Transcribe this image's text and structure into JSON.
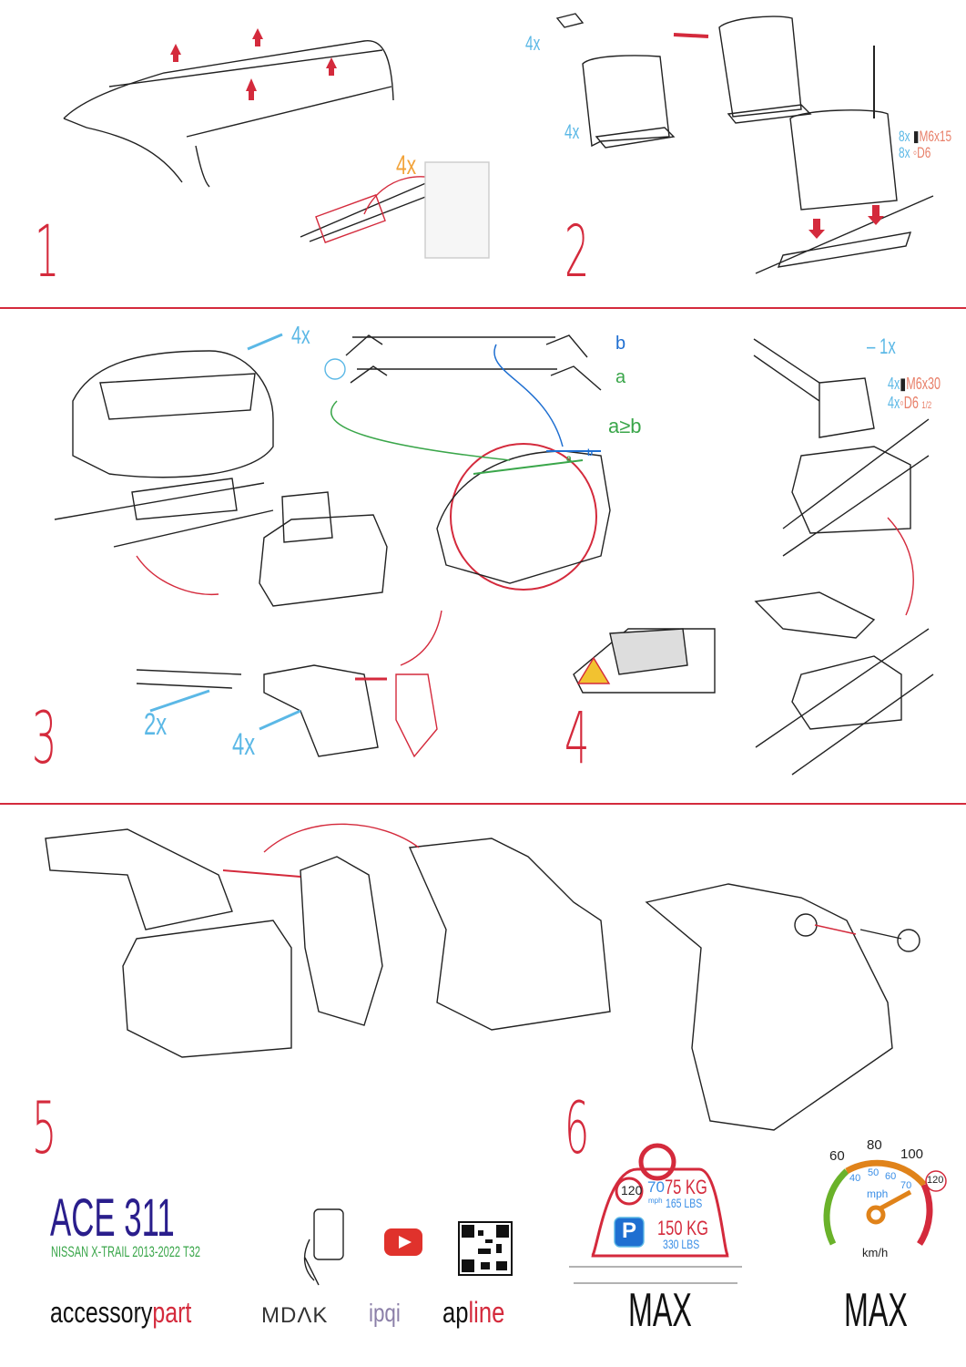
{
  "steps": {
    "s1": {
      "number": "1",
      "bag_qty": "4x"
    },
    "s2": {
      "number": "2",
      "clip_qty": "4x",
      "bracket_qty": "4x",
      "bolt_qty": "8x",
      "bolt_spec": "M6x15",
      "washer_qty": "8x",
      "washer_spec": "D6"
    },
    "s3": {
      "number": "3",
      "foot_qty": "4x",
      "bar_b": "b",
      "bar_a": "a",
      "rule": "a≥b",
      "roof_a": "a",
      "roof_b": "b",
      "endcap_qty": "2x",
      "cover_qty": "4x"
    },
    "s4": {
      "number": "4",
      "key_qty": "1x",
      "bolt_qty": "4x",
      "bolt_spec": "M6x30",
      "washer_qty": "4x",
      "washer_spec": "D6",
      "washer_note": "1/2"
    },
    "s5": {
      "number": "5"
    },
    "s6": {
      "number": "6"
    }
  },
  "limits": {
    "speed_sign": "120",
    "mph": "70",
    "mph_unit": "mph",
    "load_driving_kg": "75 KG",
    "load_driving_lbs": "165 LBS",
    "parking_icon": "P",
    "load_parked_kg": "150 KG",
    "load_parked_lbs": "330 LBS",
    "max_load_label": "MAX",
    "speedo_ticks_kmh": [
      "60",
      "80",
      "100"
    ],
    "speedo_ticks_mph": [
      "40",
      "50",
      "60",
      "70"
    ],
    "speedo_mph_unit": "mph",
    "speedo_limit": "120",
    "speedo_unit": "km/h",
    "max_speed_label": "MAX"
  },
  "product": {
    "model": "ACE 311",
    "vehicle": "NISSAN X-TRAIL 2013-2022 T32"
  },
  "brands": {
    "accessory_a": "accessory",
    "accessory_b": "part",
    "mdak": "MDΛK",
    "ipqi": "ipqi",
    "apline_a": "ap",
    "apline_b": "line"
  },
  "colors": {
    "red": "#d42a3c",
    "blue": "#5bb8e6",
    "orange": "#f2a33a",
    "green": "#3aa64a",
    "navy": "#2a1e8c"
  }
}
